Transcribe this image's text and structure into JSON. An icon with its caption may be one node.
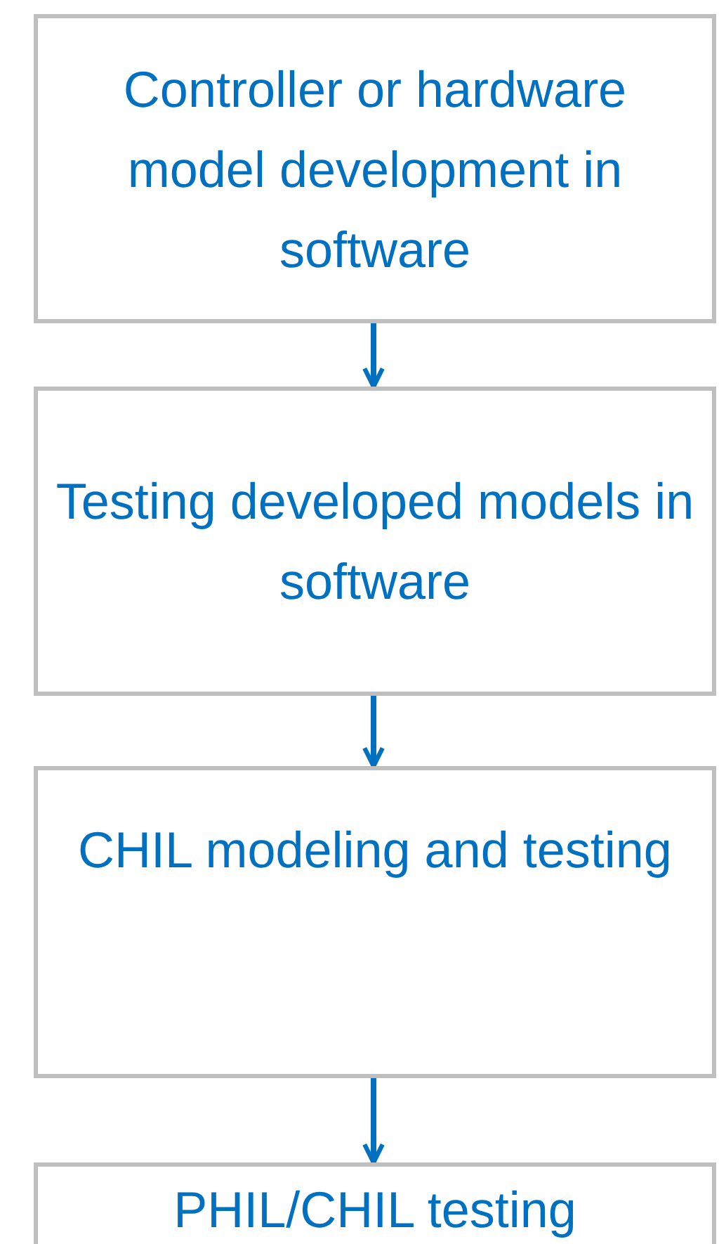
{
  "diagram": {
    "nodes": [
      {
        "text": [
          "Controller or hardware model development in software"
        ]
      },
      {
        "text": [
          "Testing developed models in software"
        ]
      },
      {
        "text": [
          "CHIL modeling and testing"
        ]
      },
      {
        "text": [
          "PHIL/CHIL testing"
        ]
      }
    ],
    "edges": [
      {
        "from": 0,
        "to": 1,
        "arrow": "to"
      },
      {
        "from": 1,
        "to": 2,
        "arrow": "to"
      },
      {
        "from": 2,
        "to": 3,
        "arrow": "to"
      }
    ]
  }
}
